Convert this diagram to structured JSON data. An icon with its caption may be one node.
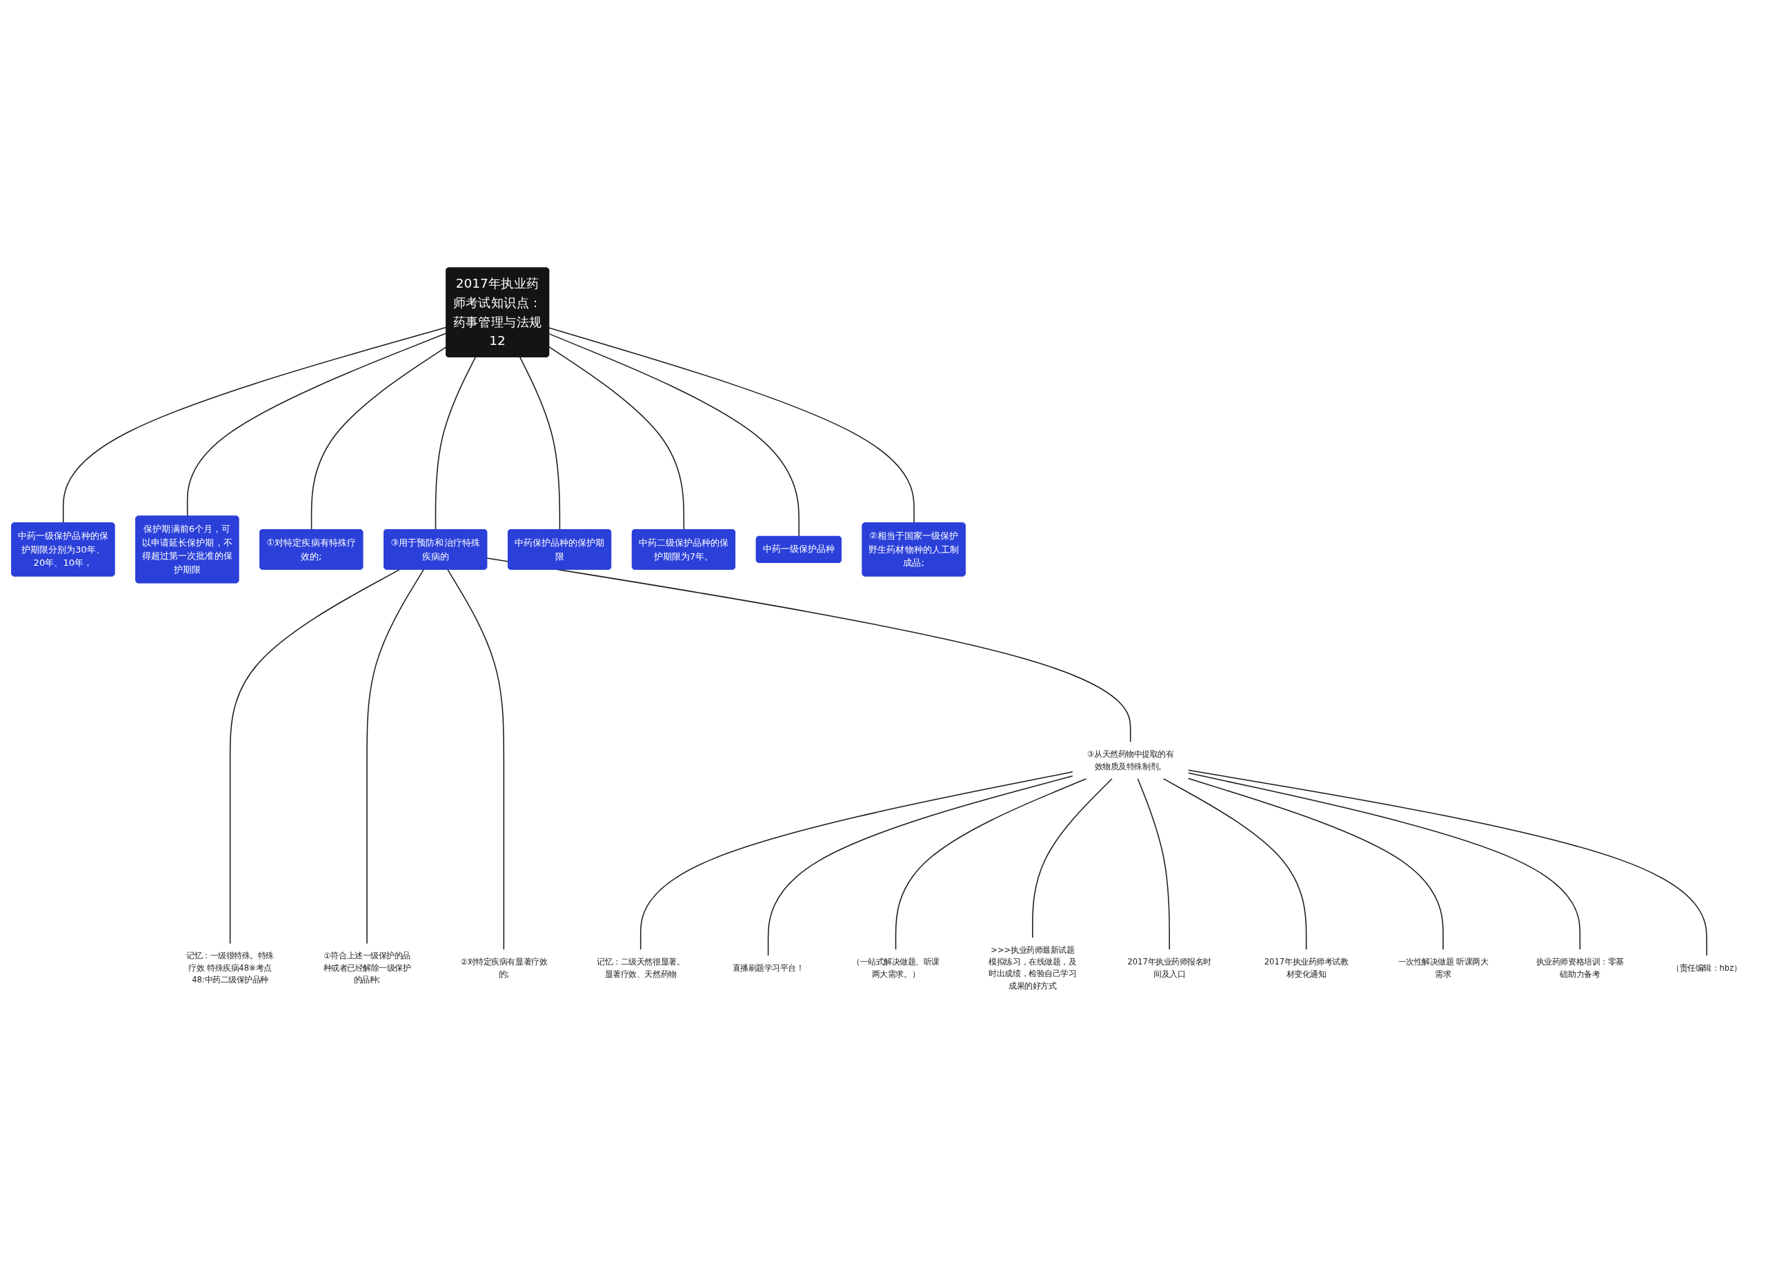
{
  "diagram": {
    "nodes": [
      {
        "text": [
          "2017年执业药师考试知识点：药事管理与法规12"
        ]
      },
      {
        "text": [
          "中药一级保护品种的保护期限分别为30年、20年、10年，"
        ]
      },
      {
        "text": [
          "保护期满前6个月，可以申请延长保护期，不得超过第一次批准的保护期限"
        ]
      },
      {
        "text": [
          "①对特定疾病有特殊疗效的;"
        ]
      },
      {
        "text": [
          "③用于预防和治疗特殊疾病的"
        ]
      },
      {
        "text": [
          "记忆：一级很特殊。特殊疗效 特殊疾病48※考点48:中药二级保护品种"
        ]
      },
      {
        "text": [
          "①符合上述一级保护的品种或者已经解除一级保护的品种;"
        ]
      },
      {
        "text": [
          "②对特定疾病有显著疗效的;"
        ]
      },
      {
        "text": [
          "③从天然药物中提取的有效物质及特殊制剂。"
        ]
      },
      {
        "text": [
          "记忆：二级天然很显著。显著疗效、天然药物"
        ]
      },
      {
        "text": [
          "直播刷题学习平台！"
        ]
      },
      {
        "text": [
          "（一站式解决做题、听课两大需求。）"
        ]
      },
      {
        "text": [
          ">>>执业药师最新试题模拟练习，在线做题，及时出成绩，检验自己学习成果的好方式"
        ]
      },
      {
        "text": [
          "2017年执业药师报名时间及入口"
        ]
      },
      {
        "text": [
          "2017年执业药师考试教材变化通知"
        ]
      },
      {
        "text": [
          "一次性解决做题 听课两大需求"
        ]
      },
      {
        "text": [
          "执业药师资格培训：零基础助力备考"
        ]
      },
      {
        "text": [
          "（责任编辑：hbz）"
        ]
      },
      {
        "text": [
          "中药保护品种的保护期限"
        ]
      },
      {
        "text": [
          "中药二级保护品种的保护期限为7年。"
        ]
      },
      {
        "text": [
          "中药一级保护品种"
        ]
      },
      {
        "text": [
          "②相当于国家一级保护野生药材物种的人工制成品;"
        ]
      }
    ],
    "edges": [
      {
        "from": 0,
        "to": 1,
        "arrow": "none"
      },
      {
        "from": 0,
        "to": 2,
        "arrow": "none"
      },
      {
        "from": 0,
        "to": 3,
        "arrow": "none"
      },
      {
        "from": 0,
        "to": 4,
        "arrow": "none"
      },
      {
        "from": 4,
        "to": 5,
        "arrow": "none"
      },
      {
        "from": 4,
        "to": 6,
        "arrow": "none"
      },
      {
        "from": 4,
        "to": 7,
        "arrow": "none"
      },
      {
        "from": 4,
        "to": 8,
        "arrow": "none"
      },
      {
        "from": 8,
        "to": 9,
        "arrow": "none"
      },
      {
        "from": 8,
        "to": 10,
        "arrow": "none"
      },
      {
        "from": 8,
        "to": 11,
        "arrow": "none"
      },
      {
        "from": 8,
        "to": 12,
        "arrow": "none"
      },
      {
        "from": 8,
        "to": 13,
        "arrow": "none"
      },
      {
        "from": 8,
        "to": 14,
        "arrow": "none"
      },
      {
        "from": 8,
        "to": 15,
        "arrow": "none"
      },
      {
        "from": 8,
        "to": 16,
        "arrow": "none"
      },
      {
        "from": 8,
        "to": 17,
        "arrow": "none"
      },
      {
        "from": 0,
        "to": 18,
        "arrow": "none"
      },
      {
        "from": 0,
        "to": 19,
        "arrow": "none"
      },
      {
        "from": 0,
        "to": 20,
        "arrow": "none"
      },
      {
        "from": 0,
        "to": 21,
        "arrow": "none"
      }
    ]
  }
}
